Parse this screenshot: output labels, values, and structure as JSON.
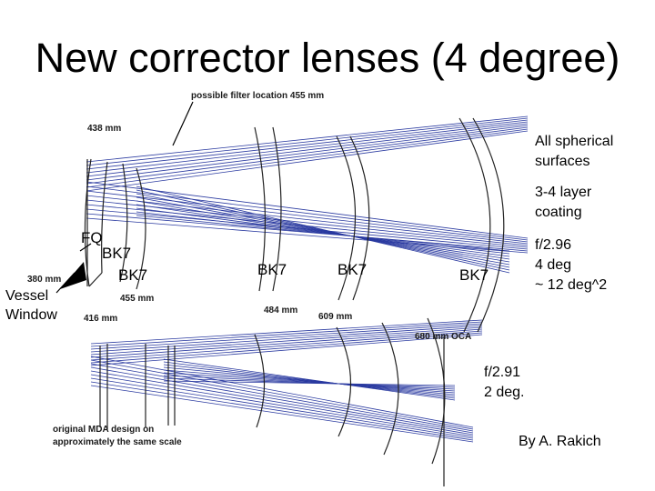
{
  "slide": {
    "title": "New corrector lenses (4 degree)"
  },
  "annotations": {
    "filter_location": "possible filter location 455 mm",
    "top_dim": "438 mm",
    "left_dim": "380 mm",
    "mid_dim_1": "455 mm",
    "mid_dim_2": "416 mm",
    "mid_dim_3": "484 mm",
    "mid_dim_4": "609 mm",
    "oca_dim": "680 mm OCA",
    "original_design": "original MDA design on\napproximately the same scale"
  },
  "labels": {
    "fq": "FQ",
    "bk7_1": "BK7",
    "bk7_2": "BK7",
    "bk7_3": "BK7",
    "bk7_4": "BK7",
    "bk7_5": "BK7",
    "vessel_window": "Vessel\nWindow"
  },
  "notes": {
    "spherical": "All spherical\nsurfaces",
    "coating": "3-4 layer\ncoating",
    "new_spec": "f/2.96\n4 deg\n~ 12 deg^2",
    "old_spec": "f/2.91\n2 deg.",
    "author": "By A. Rakich"
  },
  "colors": {
    "ray": "#2a3aa0",
    "lens": "#222222",
    "text": "#000000"
  }
}
